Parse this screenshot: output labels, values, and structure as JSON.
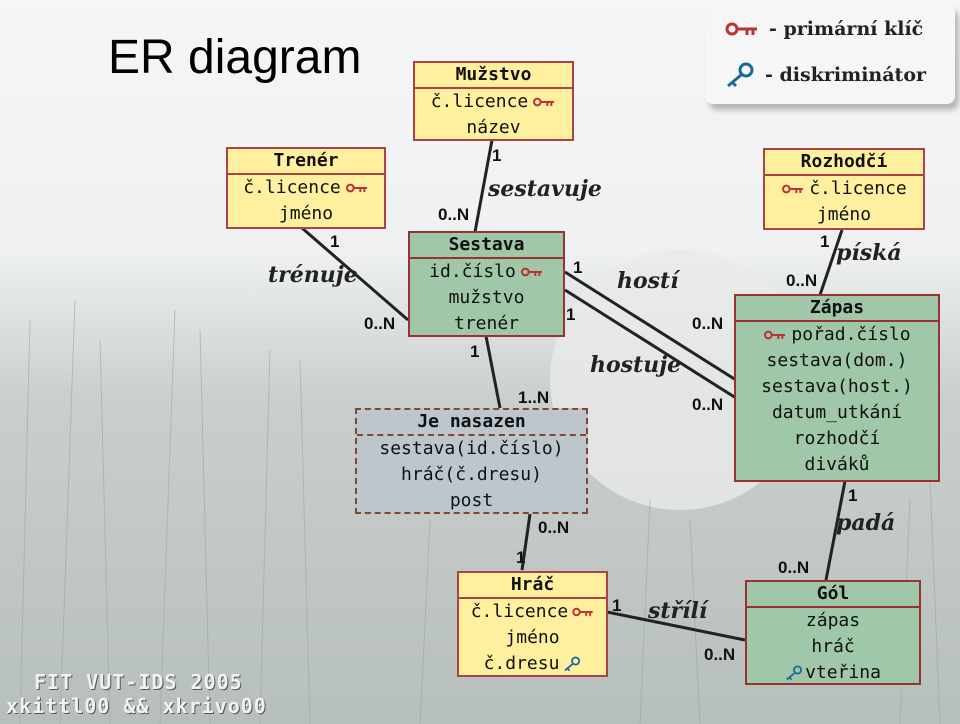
{
  "title": "ER diagram",
  "legend": {
    "primary_key": "- primární klíč",
    "discriminator": "- diskriminátor"
  },
  "entities": {
    "muzstvo": {
      "name": "Mužstvo",
      "attrs": [
        "č.licence",
        "název"
      ]
    },
    "trener": {
      "name": "Trenér",
      "attrs": [
        "č.licence",
        "jméno"
      ]
    },
    "rozhodci": {
      "name": "Rozhodčí",
      "attrs": [
        "č.licence",
        "jméno"
      ]
    },
    "sestava": {
      "name": "Sestava",
      "attrs": [
        "id.číslo",
        "mužstvo",
        "trenér"
      ]
    },
    "zapas": {
      "name": "Zápas",
      "attrs": [
        "pořad.číslo",
        "sestava(dom.)",
        "sestava(host.)",
        "datum_utkání",
        "rozhodčí",
        "diváků"
      ]
    },
    "je_nasazen": {
      "name": "Je nasazen",
      "attrs": [
        "sestava(id.číslo)",
        "hráč(č.dresu)",
        "post"
      ]
    },
    "hrac": {
      "name": "Hráč",
      "attrs": [
        "č.licence",
        "jméno",
        "č.dresu"
      ]
    },
    "gol": {
      "name": "Gól",
      "attrs": [
        "zápas",
        "hráč",
        "vteřina"
      ]
    }
  },
  "relationships": {
    "sestavuje": "sestavuje",
    "trenuje": "trénuje",
    "piska": "píská",
    "hosti": "hostí",
    "hostuje": "hostuje",
    "pada": "padá",
    "strili": "střílí"
  },
  "cardinalities": {
    "muz_1": "1",
    "muz_0n": "0..N",
    "tren_1": "1",
    "tren_0n": "0..N",
    "roz_1": "1",
    "roz_0n": "0..N",
    "sest_hosti_1": "1",
    "sest_hostuje_1": "1",
    "zap_0n_a": "0..N",
    "zap_0n_b": "0..N",
    "sest_bottom_1": "1",
    "nas_1n": "1..N",
    "zap_bottom_1": "1",
    "gol_0n": "0..N",
    "nas_0n": "0..N",
    "hrac_1": "1",
    "hrac_right_1": "1",
    "gol_left_0n": "0..N"
  },
  "footer": {
    "line1": "FIT VUT-IDS 2005",
    "line2": "xkittl00 && xkrivo00"
  },
  "colors": {
    "entity": "#fff0a0",
    "weak_entity": "#9fc7a8",
    "associative": "#bcc6cc",
    "border": "#aa4444"
  }
}
